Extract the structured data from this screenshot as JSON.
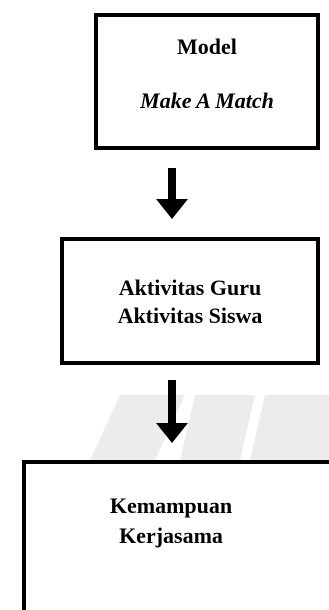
{
  "diagram": {
    "nodes": [
      {
        "id": "model",
        "lines": [
          "Model",
          "Make A Match"
        ]
      },
      {
        "id": "aktivitas",
        "lines": [
          "Aktivitas Guru",
          "Aktivitas Siswa"
        ]
      },
      {
        "id": "kemampuan",
        "lines": [
          "Kemampuan",
          "Kerjasama"
        ]
      }
    ],
    "edges": [
      {
        "from": "model",
        "to": "aktivitas"
      },
      {
        "from": "aktivitas",
        "to": "kemampuan"
      }
    ]
  },
  "colors": {
    "stroke": "#000000",
    "watermark": "#ececec"
  }
}
